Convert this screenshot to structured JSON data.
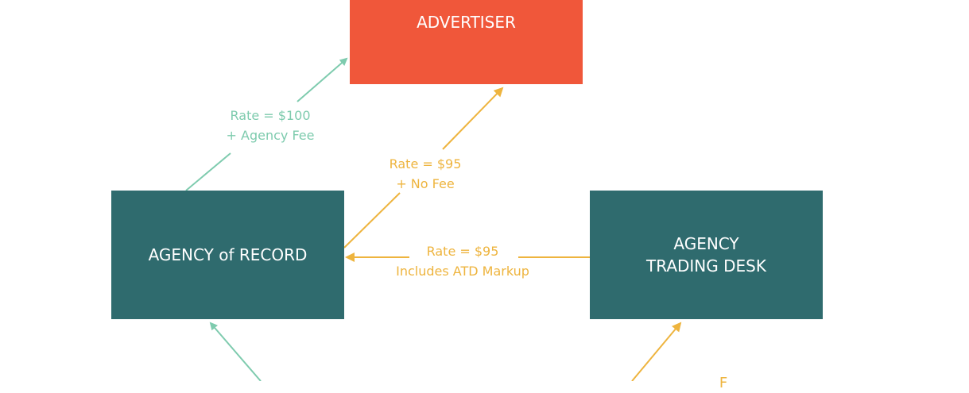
{
  "nodes": {
    "advertiser": "ADVERTISER",
    "agency_of_record": "AGENCY of RECORD",
    "agency_trading_desk": "AGENCY\nTRADING DESK"
  },
  "edges": {
    "aor_to_advertiser": {
      "line1": "Rate = $100",
      "line2": "+ Agency Fee"
    },
    "aor_to_advertiser_direct": {
      "line1": "Rate = $95",
      "line2": "+ No Fee"
    },
    "atd_to_aor": {
      "line1": "Rate = $95",
      "line2": "Includes ATD Markup"
    },
    "partial_bottom": "F"
  },
  "colors": {
    "advertiser": "#F0573A",
    "agency": "#2F6B6E",
    "green": "#7ECBAE",
    "yellow": "#EEB43E"
  }
}
